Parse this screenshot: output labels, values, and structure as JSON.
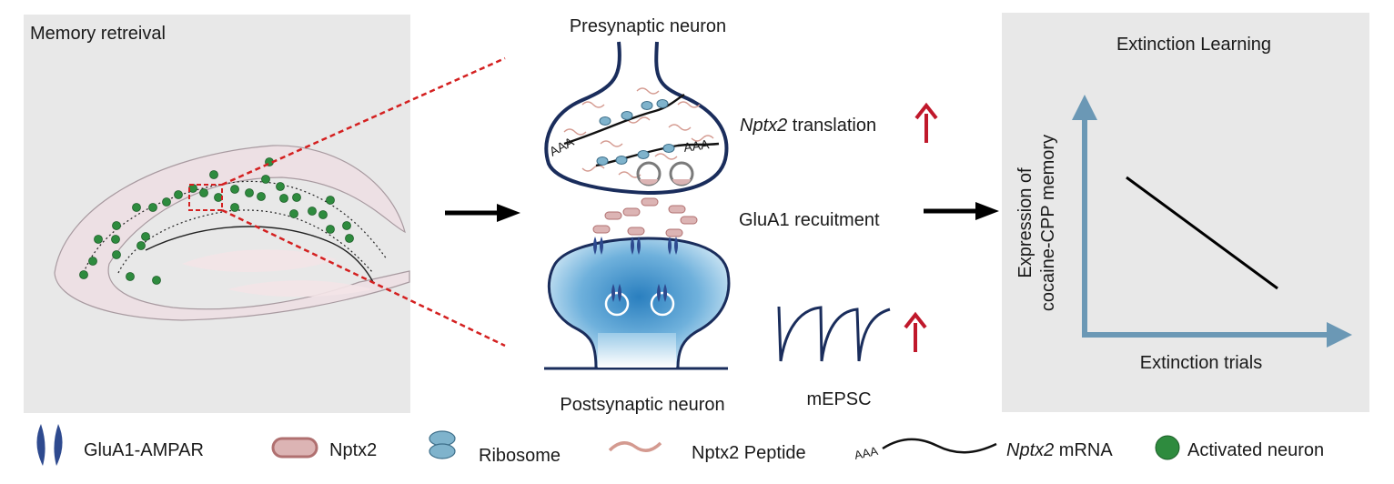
{
  "left_panel": {
    "title": "Memory retreival"
  },
  "synapse": {
    "pre_label": "Presynaptic neuron",
    "post_label": "Postsynaptic neuron",
    "translation": {
      "gene": "Nptx2",
      "text": " translation"
    },
    "recruitment": "GluA1 recuitment",
    "mepsc": "mEPSC",
    "mrna_tail": "AAA"
  },
  "right_panel": {
    "title": "Extinction Learning",
    "ylabel_line1": "Expression of",
    "ylabel_line2": "cocaine-CPP memory",
    "xlabel": "Extinction trials"
  },
  "legend": [
    {
      "icon": "glua1-ampar-icon",
      "label": "GluA1-AMPAR"
    },
    {
      "icon": "nptx2-protein-icon",
      "label": "Nptx2"
    },
    {
      "icon": "ribosome-icon",
      "label": "Ribosome"
    },
    {
      "icon": "nptx2-peptide-icon",
      "label": "Nptx2 Peptide"
    },
    {
      "icon": "nptx2-mrna-icon",
      "gene": "Nptx2",
      "label": " mRNA",
      "tail": "AAA"
    },
    {
      "icon": "activated-neuron-icon",
      "label": "Activated neuron"
    }
  ],
  "colors": {
    "panel_bg": "#e8e8e8",
    "activated_neuron": "#2e8b3e",
    "up_arrow": "#c0182b",
    "receptor": "#2e4a8f",
    "nptx2": "#dcb4b4",
    "ribosome": "#7fb3cc",
    "dashed_box": "#d42020"
  }
}
